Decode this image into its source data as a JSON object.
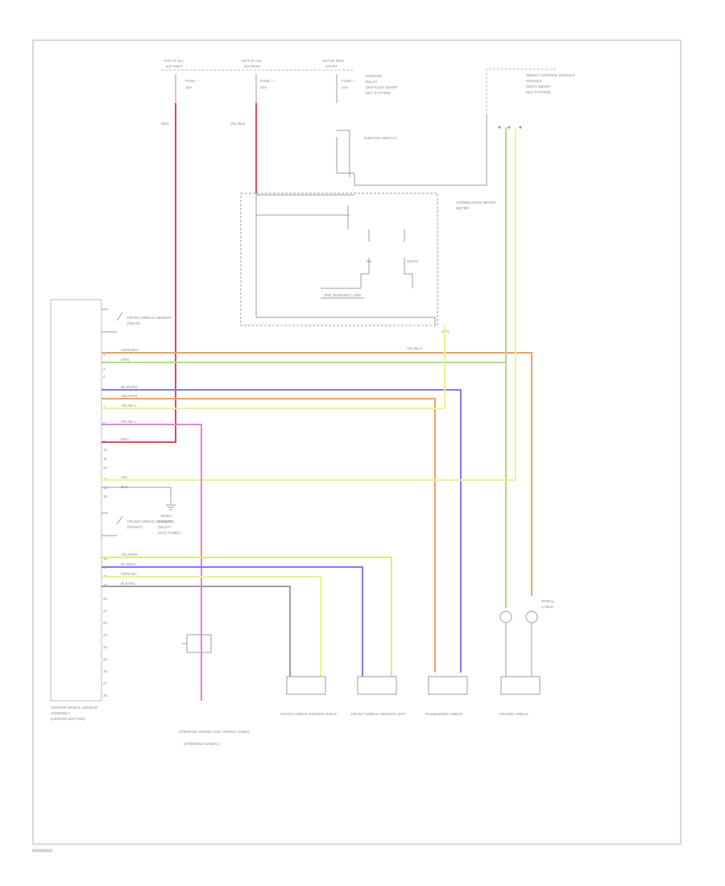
{
  "footer": {
    "code": "W0000000"
  },
  "fuses": [
    {
      "top": "HOT AT ALL",
      "name": "FUSE ---",
      "rating": "15A"
    },
    {
      "top": "HOT AT ALL",
      "name": "FUSE ---",
      "rating": "15A"
    },
    {
      "top": "HOT IN RUN",
      "name": "FUSE ---",
      "rating": "10A"
    }
  ],
  "connectors": {
    "top_right_module": "SMART CONTROL MODULE",
    "ignition_switch": "IGNITION SWITCH",
    "combination_meter": "COMBINATION METER",
    "srs_warning": "SRS WARNING LAMP",
    "center_airbag_sensor": "CENTER AIRBAG SENSOR",
    "front_sensor_1": "FRONT AIRBAG SENSOR",
    "front_sensor_2": "FRONT AIRBAG SENSOR",
    "bottom_labels": [
      "STEERING WHEEL PAD / SPIRAL CABLE",
      "FRONT AIRBAG SENSOR RIGHT",
      "FRONT AIRBAG SENSOR LEFT",
      "PASSENGER AIRBAG",
      "DRIVER AIRBAG"
    ]
  },
  "wire_colors": {
    "red": "#f0415a",
    "orange": "#f3a15c",
    "green": "#a8e07a",
    "blue": "#7f7df2",
    "yellow": "#f2f28a",
    "yellow_green": "#d8ee7a",
    "pink": "#ef7be6",
    "grey": "#9e9e9e",
    "frame": "#bdbdbd"
  }
}
